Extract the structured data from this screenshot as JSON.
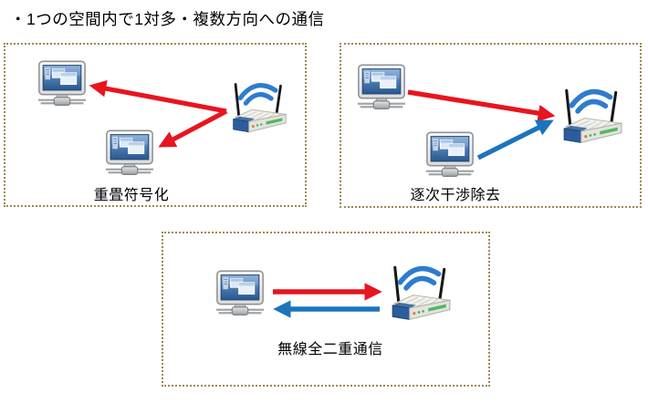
{
  "title": "・1つの空間内で1対多・複数方向への通信",
  "colors": {
    "arrow_red": "#e8141f",
    "arrow_blue": "#1c74bd",
    "panel_border": "#9a8a52",
    "text": "#000000"
  },
  "panels": [
    {
      "id": "superposition-coding",
      "label": "重畳符号化",
      "devices": [
        "computer-icon",
        "computer-icon",
        "wireless-router-icon"
      ],
      "arrows": [
        {
          "from": "router",
          "to": "computer-top-left",
          "color": "red"
        },
        {
          "from": "router",
          "to": "computer-bottom",
          "color": "red"
        }
      ]
    },
    {
      "id": "successive-interference-cancellation",
      "label": "逐次干渉除去",
      "devices": [
        "computer-icon",
        "computer-icon",
        "wireless-router-icon"
      ],
      "arrows": [
        {
          "from": "computer-top-left",
          "to": "router",
          "color": "red"
        },
        {
          "from": "computer-bottom",
          "to": "router",
          "color": "blue"
        }
      ]
    },
    {
      "id": "wireless-full-duplex",
      "label": "無線全二重通信",
      "devices": [
        "computer-icon",
        "wireless-router-icon"
      ],
      "arrows": [
        {
          "from": "computer",
          "to": "router",
          "color": "red"
        },
        {
          "from": "router",
          "to": "computer",
          "color": "blue"
        }
      ]
    }
  ]
}
